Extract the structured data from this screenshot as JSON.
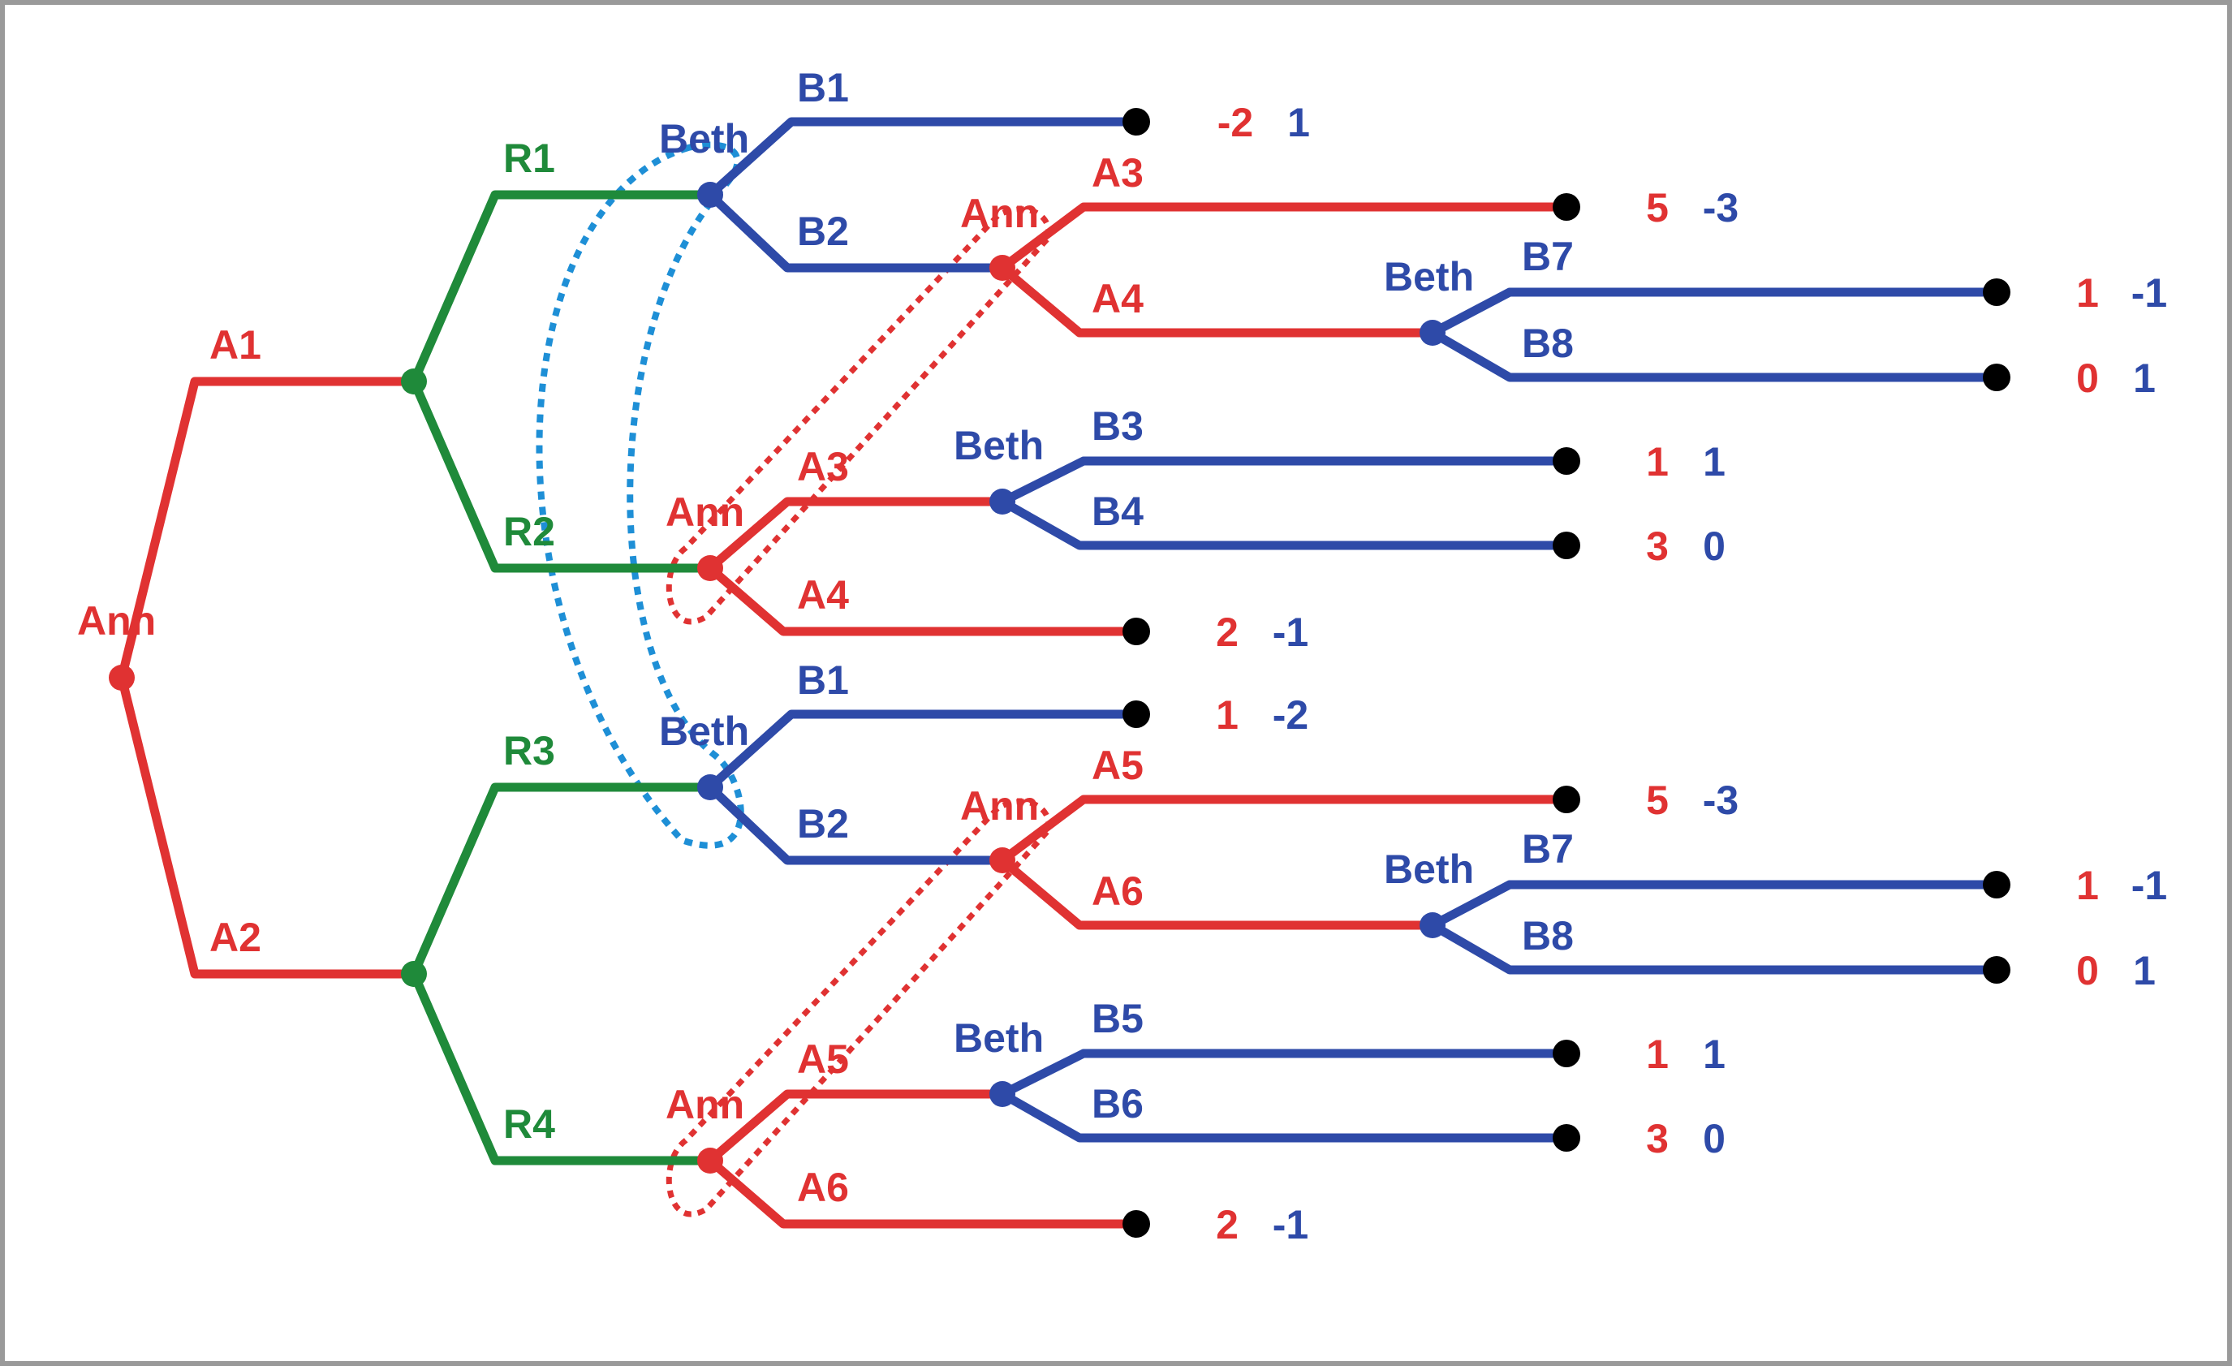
{
  "colors": {
    "ann": "#e03232",
    "beth": "#2e4aa8",
    "chance": "#1f8a3a",
    "terminal": "#000000",
    "beth_infoset": "#1e8fd6",
    "ann_infoset": "#e03232",
    "border": "#9a9a9a"
  },
  "players": {
    "ann": "Ann",
    "beth": "Beth"
  },
  "actions": {
    "A1": "A1",
    "A2": "A2",
    "R1": "R1",
    "R2": "R2",
    "R3": "R3",
    "R4": "R4",
    "B1": "B1",
    "B2": "B2",
    "B3": "B3",
    "B4": "B4",
    "B5": "B5",
    "B6": "B6",
    "B7": "B7",
    "B8": "B8",
    "A3": "A3",
    "A4": "A4",
    "A5": "A5",
    "A6": "A6"
  },
  "payoffs": [
    {
      "id": "p1",
      "ann": "-2",
      "beth": "1"
    },
    {
      "id": "p2",
      "ann": "5",
      "beth": "-3"
    },
    {
      "id": "p3",
      "ann": "1",
      "beth": "-1"
    },
    {
      "id": "p4",
      "ann": "0",
      "beth": "1"
    },
    {
      "id": "p5",
      "ann": "1",
      "beth": "1"
    },
    {
      "id": "p6",
      "ann": "3",
      "beth": "0"
    },
    {
      "id": "p7",
      "ann": "2",
      "beth": "-1"
    },
    {
      "id": "p8",
      "ann": "1",
      "beth": "-2"
    },
    {
      "id": "p9",
      "ann": "5",
      "beth": "-3"
    },
    {
      "id": "p10",
      "ann": "1",
      "beth": "-1"
    },
    {
      "id": "p11",
      "ann": "0",
      "beth": "1"
    },
    {
      "id": "p12",
      "ann": "1",
      "beth": "1"
    },
    {
      "id": "p13",
      "ann": "3",
      "beth": "0"
    },
    {
      "id": "p14",
      "ann": "2",
      "beth": "-1"
    }
  ]
}
